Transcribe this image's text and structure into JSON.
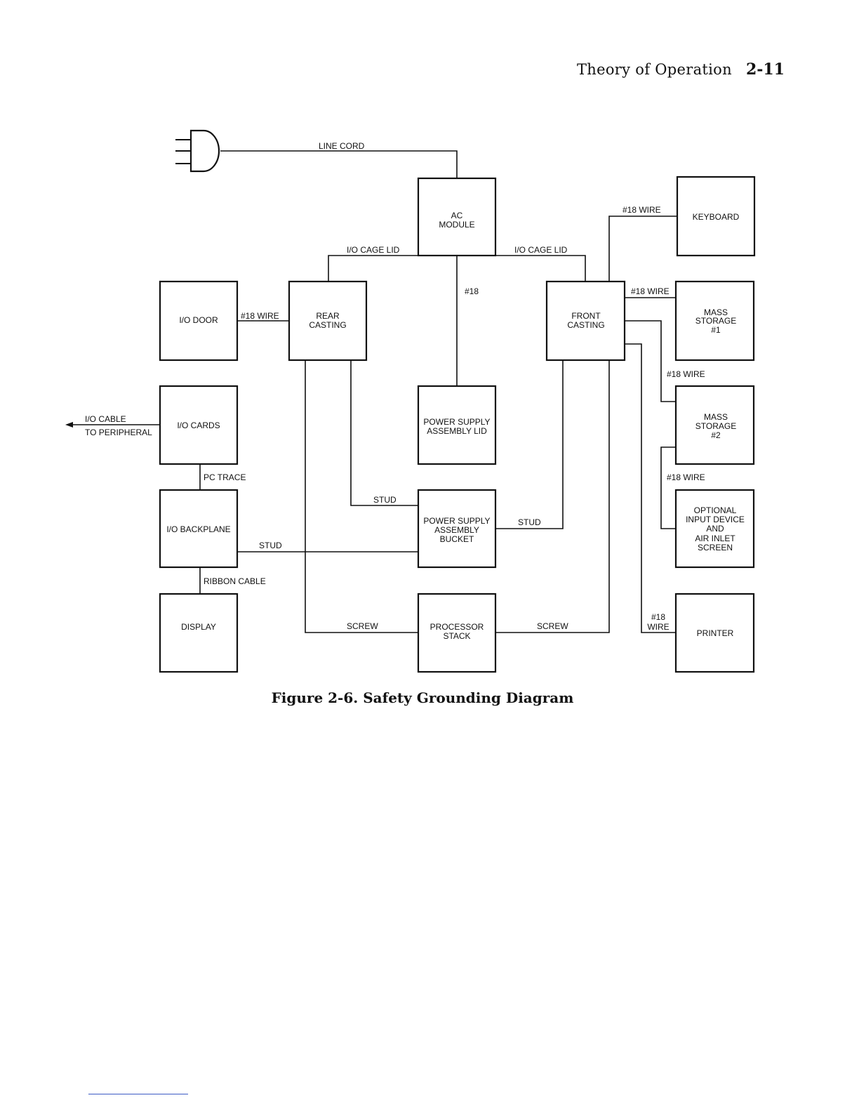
{
  "header": {
    "title": "Theory of Operation",
    "page_number": "2-11"
  },
  "caption": "Figure 2-6. Safety Grounding Diagram",
  "boxes": {
    "ac_module": [
      "AC",
      "MODULE"
    ],
    "keyboard": [
      "KEYBOARD"
    ],
    "io_door": [
      "I/O DOOR"
    ],
    "rear_casting": [
      "REAR",
      "CASTING"
    ],
    "front_casting": [
      "FRONT",
      "CASTING"
    ],
    "mass_storage_1": [
      "MASS",
      "STORAGE",
      "#1"
    ],
    "io_cards": [
      "I/O CARDS"
    ],
    "ps_lid": [
      "POWER SUPPLY",
      "ASSEMBLY LID"
    ],
    "mass_storage_2": [
      "MASS",
      "STORAGE",
      "#2"
    ],
    "io_backplane": [
      "I/O BACKPLANE"
    ],
    "ps_bucket": [
      "POWER SUPPLY",
      "ASSEMBLY",
      "BUCKET"
    ],
    "optional_input": [
      "OPTIONAL",
      "INPUT DEVICE",
      "AND",
      "AIR INLET",
      "SCREEN"
    ],
    "display": [
      "DISPLAY"
    ],
    "processor_stack": [
      "PROCESSOR",
      "STACK"
    ],
    "printer": [
      "PRINTER"
    ]
  },
  "wires": {
    "line_cord": "LINE CORD",
    "io_cage_lid_left": "I/O CAGE LID",
    "io_cage_lid_right": "I/O CAGE LID",
    "keyboard_wire": "#18 WIRE",
    "ac_ps_lid": "#18",
    "io_door_wire": "#18 WIRE",
    "mass1_wire": "#18 WIRE",
    "mass2_wire": "#18 WIRE",
    "optional_wire": "#18 WIRE",
    "printer_wire": [
      "#18",
      "WIRE"
    ],
    "io_cable": [
      "I/O CABLE",
      "TO PERIPHERAL"
    ],
    "pc_trace": "PC TRACE",
    "ribbon_cable": "RIBBON CABLE",
    "stud_rear": "STUD",
    "stud_front": "STUD",
    "stud_backplane": "STUD",
    "screw_left": "SCREW",
    "screw_right": "SCREW"
  }
}
